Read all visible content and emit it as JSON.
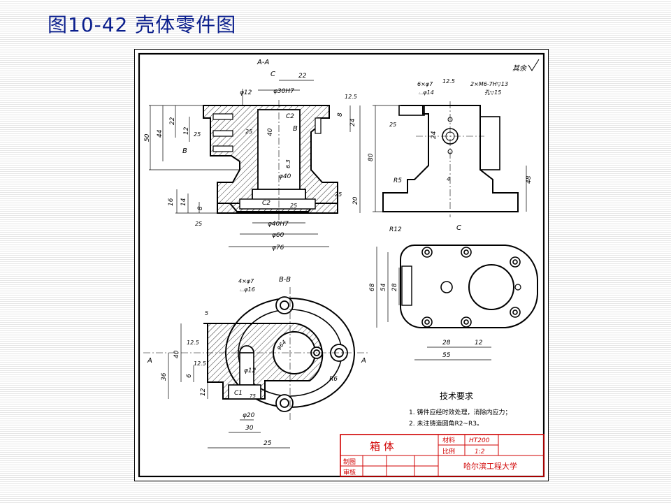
{
  "slide": {
    "title": "图10-42 壳体零件图"
  },
  "drawing": {
    "section_labels": {
      "aa": "A-A",
      "bb": "B-B",
      "c": "C",
      "c_top": "C",
      "b_left": "B",
      "b_mid": "B",
      "a_left": "A",
      "a_right": "A"
    },
    "roughness_other": "其余",
    "front_dims": {
      "d12": "φ12",
      "d30h7": "φ30H7",
      "d22": "22",
      "d24": "24",
      "d8": "8",
      "r125": "12.5",
      "d50": "50",
      "d44": "44",
      "d22v": "22",
      "d12v": "12",
      "d25a": "25",
      "d25b": "25",
      "d40": "40",
      "c2a": "C2",
      "c2b": "C2",
      "d6_3": "6.3",
      "phi40": "φ40",
      "d16": "16",
      "d14": "14",
      "d8b": "8",
      "d20": "20",
      "d25c": "25",
      "d25d": "25",
      "d25e": "25",
      "d40h7": "φ40H7",
      "d60": "φ60",
      "d76": "φ76"
    },
    "side_dims": {
      "holes": "6×φ7",
      "spot": "⌴φ14",
      "thread": "2×M6-7H▽13",
      "drill": "孔▽15",
      "r125": "12.5",
      "d25": "25",
      "d24": "24",
      "d80": "80",
      "d48": "48",
      "r5": "R5",
      "d4": "4"
    },
    "top_dims": {
      "r12": "R12",
      "d68": "68",
      "d54": "54",
      "d28": "28",
      "d28b": "28",
      "d12": "12",
      "d55": "55"
    },
    "bb_dims": {
      "holes": "4×φ7",
      "spot": "⌴φ16",
      "d5": "5",
      "r125a": "12.5",
      "r125b": "12.5",
      "d40": "40",
      "d36": "36",
      "d6": "6",
      "d12": "12",
      "phi12": "φ12",
      "c1": "C1",
      "d75": "75",
      "phi20": "φ20",
      "d30": "30",
      "d25": "25",
      "phi64": "φ64",
      "r6": "R6"
    },
    "notes": {
      "title": "技术要求",
      "items": [
        "1. 铸件应经时效处理，消除内应力；",
        "2. 未注铸造圆角R2~R3。"
      ]
    },
    "title_block": {
      "part_name": "箱 体",
      "material_label": "材料",
      "material_value": "HT200",
      "scale_label": "比例",
      "scale_value": "1:2",
      "drawn_label": "制图",
      "checked_label": "审核",
      "school": "哈尔滨工程大学"
    }
  }
}
